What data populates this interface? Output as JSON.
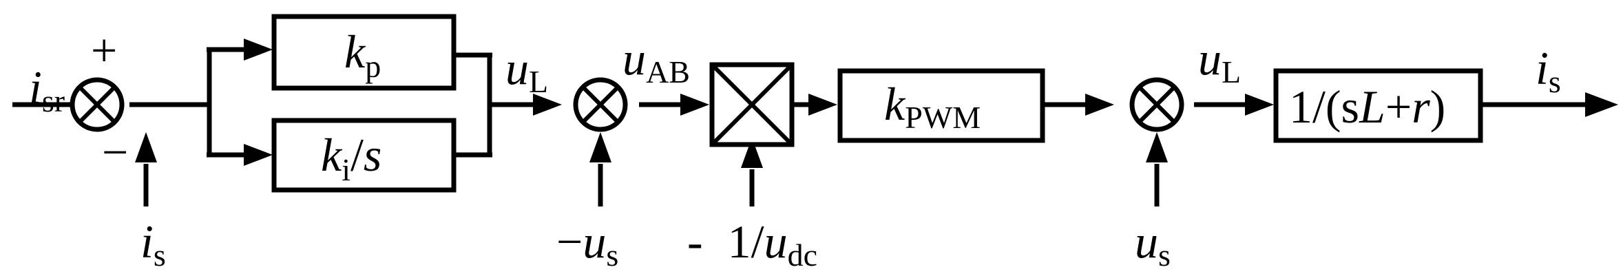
{
  "input": {
    "main": "i",
    "sub": "sr"
  },
  "sum1": {
    "plus_sign": "+",
    "minus_sign": "−",
    "feedback": {
      "main": "i",
      "sub": "s"
    }
  },
  "blocks": {
    "kp": {
      "main": "k",
      "sub": "p"
    },
    "ki": {
      "main": "k",
      "sub": "i",
      "slash": "/",
      "var": "s"
    },
    "kpwm": {
      "main": "k",
      "sub": "PWM"
    },
    "plant": {
      "pre": "1/(s",
      "L": "L",
      "plus": "+",
      "r": "r",
      "post": ")"
    }
  },
  "signals": {
    "uL1": {
      "main": "u",
      "sub": "L"
    },
    "uAB": {
      "main": "u",
      "sub": "AB"
    },
    "neg_us": {
      "minus": "−",
      "main": "u",
      "sub": "s"
    },
    "div": {
      "dash": "-",
      "pre": "1/",
      "main": "u",
      "sub": "dc"
    },
    "us": {
      "main": "u",
      "sub": "s"
    },
    "uL2": {
      "main": "u",
      "sub": "L"
    },
    "output": {
      "main": "i",
      "sub": "s"
    }
  }
}
